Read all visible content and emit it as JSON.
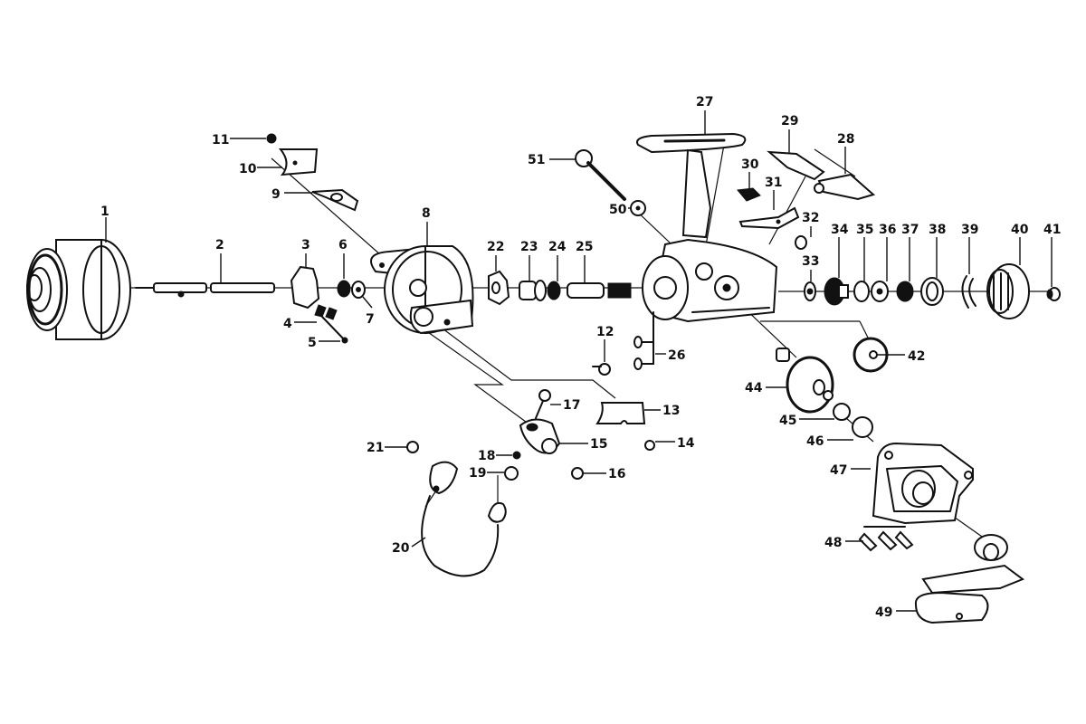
{
  "diagram": {
    "title": "Spinning reel exploded parts diagram",
    "callouts": [
      {
        "id": "1",
        "label": "1",
        "part": "spool"
      },
      {
        "id": "2",
        "label": "2",
        "part": "main-shaft"
      },
      {
        "id": "3",
        "label": "3",
        "part": "oscillating-slider"
      },
      {
        "id": "4",
        "label": "4",
        "part": "slider-clip"
      },
      {
        "id": "5",
        "label": "5",
        "part": "slider-screw"
      },
      {
        "id": "6",
        "label": "6",
        "part": "nut"
      },
      {
        "id": "7",
        "label": "7",
        "part": "washer"
      },
      {
        "id": "8",
        "label": "8",
        "part": "rotor"
      },
      {
        "id": "9",
        "label": "9",
        "part": "bail-arm-lever"
      },
      {
        "id": "10",
        "label": "10",
        "part": "bail-arm-cover"
      },
      {
        "id": "11",
        "label": "11",
        "part": "cover-screw"
      },
      {
        "id": "12",
        "label": "12",
        "part": "spring"
      },
      {
        "id": "13",
        "label": "13",
        "part": "rotor-cover-plate"
      },
      {
        "id": "14",
        "label": "14",
        "part": "plate-screw"
      },
      {
        "id": "15",
        "label": "15",
        "part": "line-roller-arm"
      },
      {
        "id": "16",
        "label": "16",
        "part": "arm-screw"
      },
      {
        "id": "17",
        "label": "17",
        "part": "arm-pin"
      },
      {
        "id": "18",
        "label": "18",
        "part": "ball"
      },
      {
        "id": "19",
        "label": "19",
        "part": "line-roller"
      },
      {
        "id": "20",
        "label": "20",
        "part": "bail-wire"
      },
      {
        "id": "21",
        "label": "21",
        "part": "bail-screw"
      },
      {
        "id": "22",
        "label": "22",
        "part": "anti-reverse-ratchet"
      },
      {
        "id": "23",
        "label": "23",
        "part": "bushing"
      },
      {
        "id": "24",
        "label": "24",
        "part": "bearing"
      },
      {
        "id": "25",
        "label": "25",
        "part": "pinion-gear"
      },
      {
        "id": "26",
        "label": "26",
        "part": "body-screws"
      },
      {
        "id": "27",
        "label": "27",
        "part": "reel-foot"
      },
      {
        "id": "28",
        "label": "28",
        "part": "anti-reverse-lever-knob"
      },
      {
        "id": "29",
        "label": "29",
        "part": "anti-reverse-lever"
      },
      {
        "id": "30",
        "label": "30",
        "part": "stopper-cam"
      },
      {
        "id": "31",
        "label": "31",
        "part": "stopper-pawl"
      },
      {
        "id": "32",
        "label": "32",
        "part": "pawl-screw"
      },
      {
        "id": "33",
        "label": "33",
        "part": "washer"
      },
      {
        "id": "34",
        "label": "34",
        "part": "drag-bushing"
      },
      {
        "id": "35",
        "label": "35",
        "part": "drag-washer"
      },
      {
        "id": "36",
        "label": "36",
        "part": "drag-washer"
      },
      {
        "id": "37",
        "label": "37",
        "part": "drag-spring"
      },
      {
        "id": "38",
        "label": "38",
        "part": "drag-knob-base"
      },
      {
        "id": "39",
        "label": "39",
        "part": "clip"
      },
      {
        "id": "40",
        "label": "40",
        "part": "drag-knob"
      },
      {
        "id": "41",
        "label": "41",
        "part": "knob-screw"
      },
      {
        "id": "42",
        "label": "42",
        "part": "oscillating-gear"
      },
      {
        "id": "44",
        "label": "44",
        "part": "main-gear"
      },
      {
        "id": "45",
        "label": "45",
        "part": "washer"
      },
      {
        "id": "46",
        "label": "46",
        "part": "bearing"
      },
      {
        "id": "47",
        "label": "47",
        "part": "side-cover"
      },
      {
        "id": "48",
        "label": "48",
        "part": "cover-screws"
      },
      {
        "id": "49",
        "label": "49",
        "part": "handle-assembly"
      },
      {
        "id": "50",
        "label": "50",
        "part": "washer"
      },
      {
        "id": "51",
        "label": "51",
        "part": "handle-screw"
      }
    ]
  }
}
